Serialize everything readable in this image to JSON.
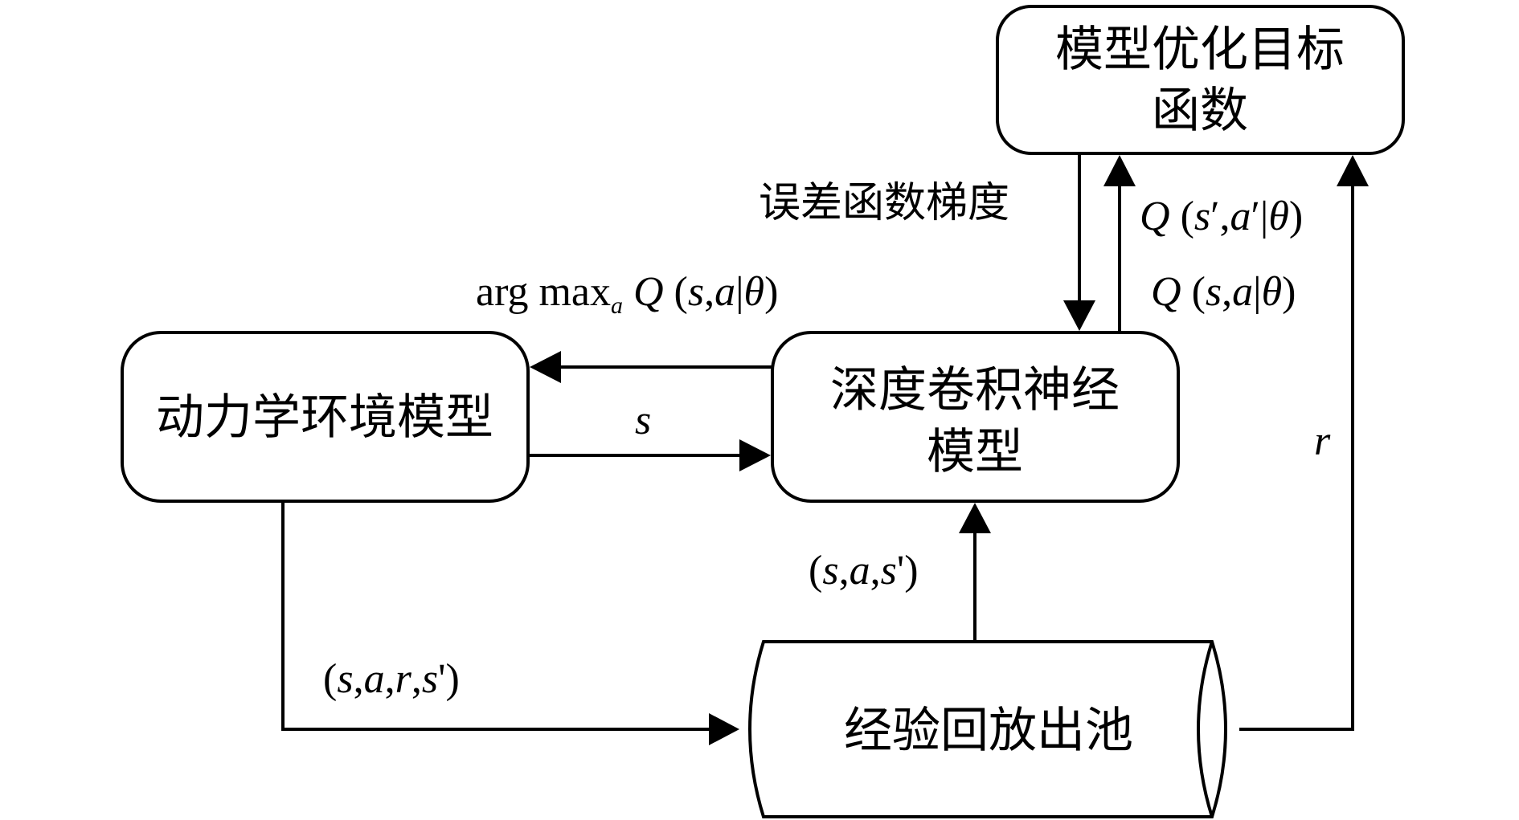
{
  "nodes": {
    "objective": {
      "line1": "模型优化目标",
      "line2": "函数"
    },
    "dynamics": {
      "label": "动力学环境模型"
    },
    "dcnn": {
      "line1": "深度卷积神经",
      "line2": "模型"
    },
    "replay": {
      "label": "经验回放出池"
    }
  },
  "edges": {
    "gradient_label": "误差函数梯度",
    "q_next": {
      "Q": "Q",
      "open": " (",
      "s": "s",
      "prime1": "′",
      "comma": ",",
      "a": "a",
      "prime2": "′",
      "bar": "|",
      "theta": "θ",
      "close": ")"
    },
    "q_current": {
      "Q": "Q",
      "open": " (",
      "s": "s",
      "comma": ",",
      "a": "a",
      "bar": "|",
      "theta": "θ",
      "close": ")"
    },
    "argmax": {
      "prefix": "arg max",
      "sub": "a",
      "Q": " Q",
      "open": " (",
      "s": "s",
      "comma": ",",
      "a": "a",
      "bar": "|",
      "theta": "θ",
      "close": ")"
    },
    "state_label": "s",
    "reward_label": "r",
    "sample": {
      "open": "(",
      "s": "s",
      "c1": ",",
      "a": "a",
      "c2": ",",
      "s2": "s",
      "close": "')"
    },
    "transition": {
      "open": "(",
      "s": "s",
      "c1": ",",
      "a": "a",
      "c2": ",",
      "r": "r",
      "c3": ",",
      "s2": "s",
      "close": "')"
    }
  }
}
